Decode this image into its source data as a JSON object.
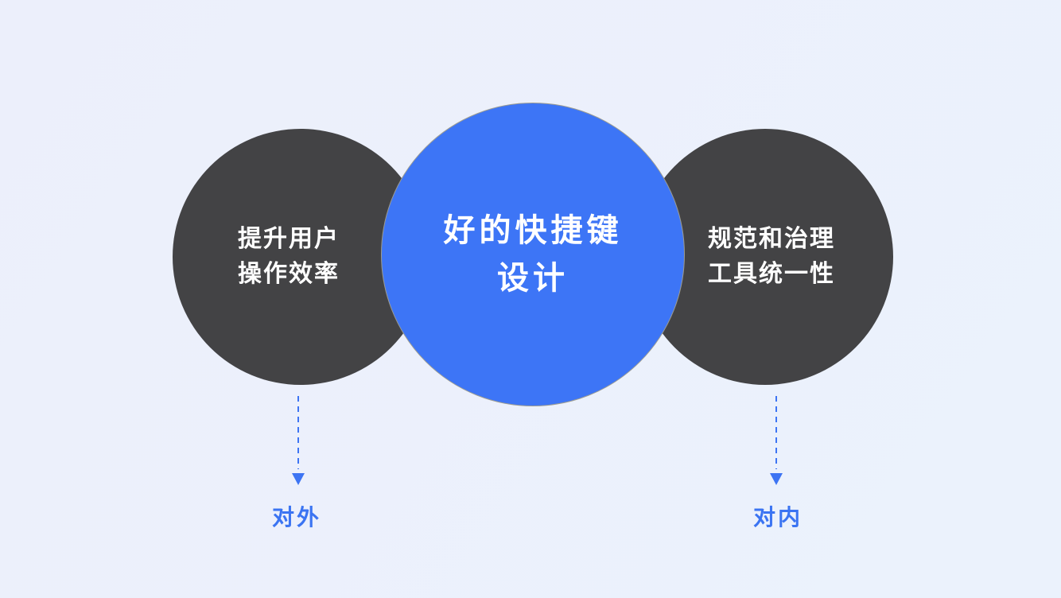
{
  "canvas": {
    "bg_gradient_start": "#ECEFFB",
    "bg_gradient_end": "#EBF2FC"
  },
  "diagram": {
    "center_circle": {
      "lines": [
        "好的快捷键",
        "设计"
      ],
      "fill": "#3D75F6",
      "text_color": "#FFFFFF"
    },
    "left_circle": {
      "lines": [
        "提升用户",
        "操作效率"
      ],
      "fill": "#434345",
      "text_color": "#FFFFFF"
    },
    "right_circle": {
      "lines": [
        "规范和治理",
        "工具统一性"
      ],
      "fill": "#434345",
      "text_color": "#FFFFFF"
    },
    "annotations": {
      "left_label": "对外",
      "right_label": "对内",
      "arrow_color": "#3D74F3",
      "label_color": "#3B74F2"
    }
  }
}
